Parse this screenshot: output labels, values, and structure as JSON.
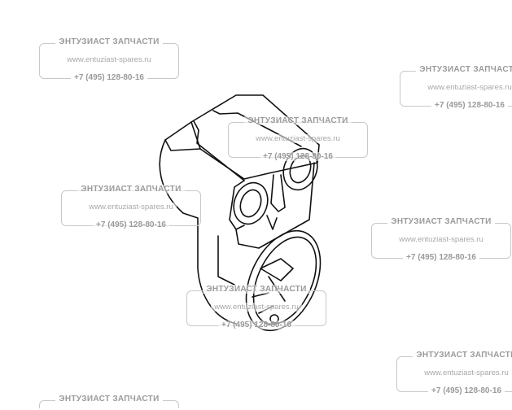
{
  "watermark": {
    "title": "ЭНТУЗИАСТ ЗАПЧАСТИ",
    "url": "www.entuziast-spares.ru",
    "phone": "+7 (495) 128-80-16"
  },
  "colors": {
    "line": "#111111",
    "watermark": "#9a9a9a"
  }
}
